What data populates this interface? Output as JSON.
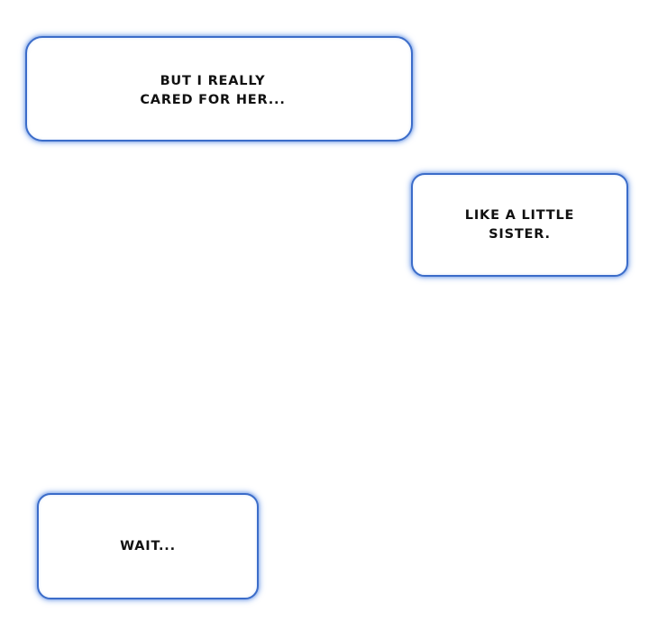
{
  "page": {
    "kind": "comic-page",
    "background": "#ffffff"
  },
  "colors": {
    "bubble_fill": "#ffffff",
    "bubble_border": "#3b6cc9",
    "bubble_glow": "#7da5eb",
    "text": "#111111"
  },
  "bubbles": [
    {
      "name": "speech-bubble-1",
      "lines": [
        "BUT I REALLY",
        "CARED FOR HER..."
      ]
    },
    {
      "name": "speech-bubble-2",
      "lines": [
        "LIKE A LITTLE",
        "SISTER."
      ]
    },
    {
      "name": "speech-bubble-3",
      "lines": [
        "WAIT..."
      ]
    }
  ]
}
